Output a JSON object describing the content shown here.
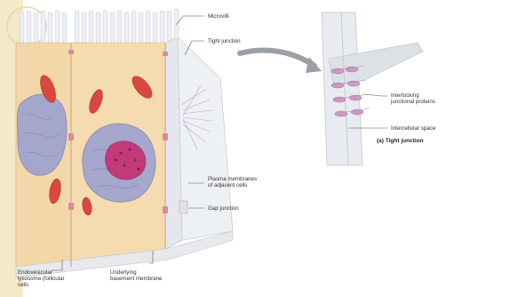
{
  "colors": {
    "page_background": "#ffffff",
    "slide_tab": "#f2e6c2",
    "cytoplasm": "#f3d7a9",
    "nucleus": "#a3a4c9",
    "nucleolus": "#c2387a",
    "organelle": "#d94a43",
    "membrane": "#e9ecf0",
    "junction_protein": "#c9a4c9",
    "leader_line": "#555555",
    "curved_arrow": "#9aa0a6"
  },
  "labels": {
    "microvilli": "Microvilli",
    "tight_junction": "Tight junction",
    "plasma_membranes_1": "Plasma membranes",
    "plasma_membranes_2": "of adjacent cells",
    "gap_junction": "Gap junction",
    "endosomes_1": "Endovesicular",
    "endosomes_2": "lysosome (follicular",
    "endosomes_3": "cells",
    "basement_1": "Underlying",
    "basement_2": "basement membrane",
    "interlocking_1": "Interlocking",
    "interlocking_2": "junctional proteins",
    "intercellular_space": "Intercellular space",
    "caption": "(a) Tight junction"
  }
}
